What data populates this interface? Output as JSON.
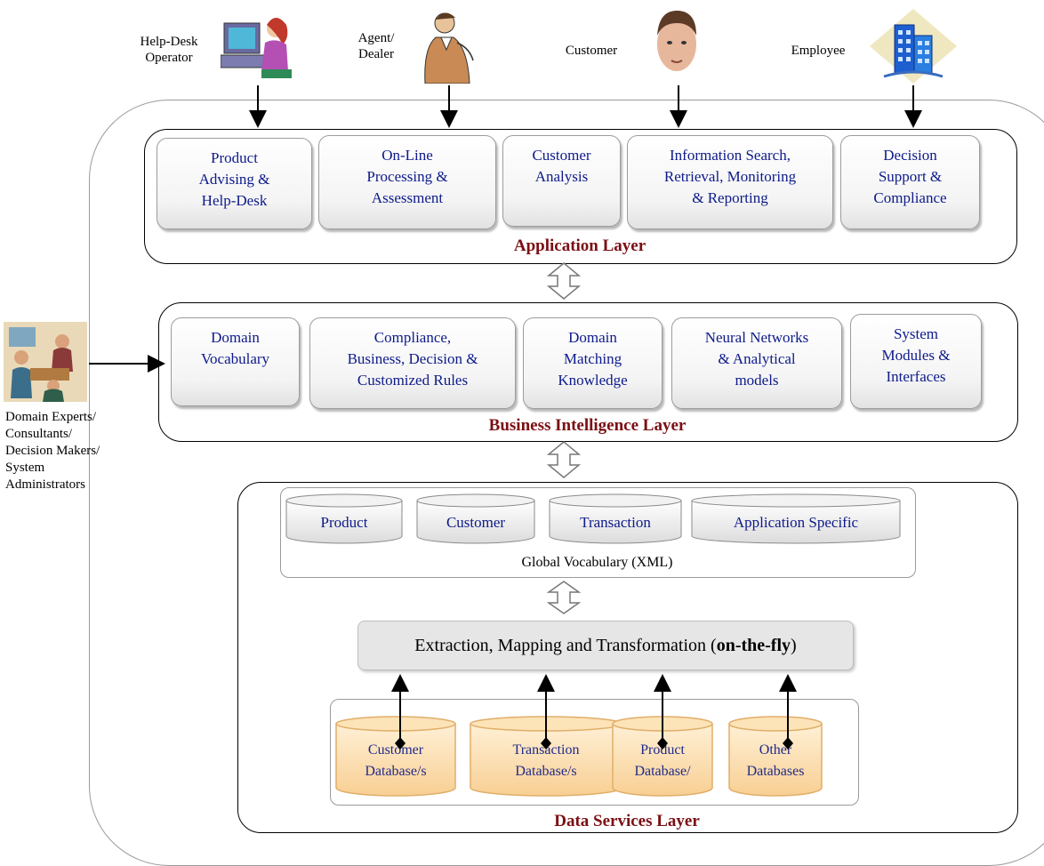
{
  "actors": {
    "helpdesk": "Help-Desk\nOperator",
    "agent": "Agent/\nDealer",
    "customer": "Customer",
    "employee": "Employee",
    "experts": "Domain Experts/\nConsultants/\nDecision Makers/\nSystem\nAdministrators"
  },
  "application_layer": {
    "title": "Application Layer",
    "modules": [
      "Product\nAdvising &\nHelp-Desk",
      "On-Line\nProcessing &\nAssessment",
      "Customer\nAnalysis",
      "Information Search,\nRetrieval, Monitoring\n& Reporting",
      "Decision\nSupport &\nCompliance"
    ]
  },
  "business_layer": {
    "title": "Business Intelligence Layer",
    "modules": [
      "Domain\nVocabulary",
      "Compliance,\nBusiness, Decision &\nCustomized Rules",
      "Domain\nMatching\nKnowledge",
      "Neural Networks\n& Analytical\nmodels",
      "System\nModules &\nInterfaces"
    ]
  },
  "data_layer": {
    "title": "Data Services Layer",
    "vocabulary_items": [
      "Product",
      "Customer",
      "Transaction",
      "Application Specific"
    ],
    "vocabulary_label": "Global Vocabulary (XML)",
    "etl_text": "Extraction, Mapping and Transformation (",
    "etl_bold": "on-the-fly",
    "etl_end": ")",
    "databases": [
      "Customer\nDatabase/s",
      "Transaction\nDatabase/s",
      "Product\nDatabase/",
      "Other\nDatabases"
    ]
  },
  "colors": {
    "module_text": "#0d1a8a",
    "layer_title": "#7b0f14",
    "db_fill": "#fde3b8",
    "db_stroke": "#e8b873"
  }
}
